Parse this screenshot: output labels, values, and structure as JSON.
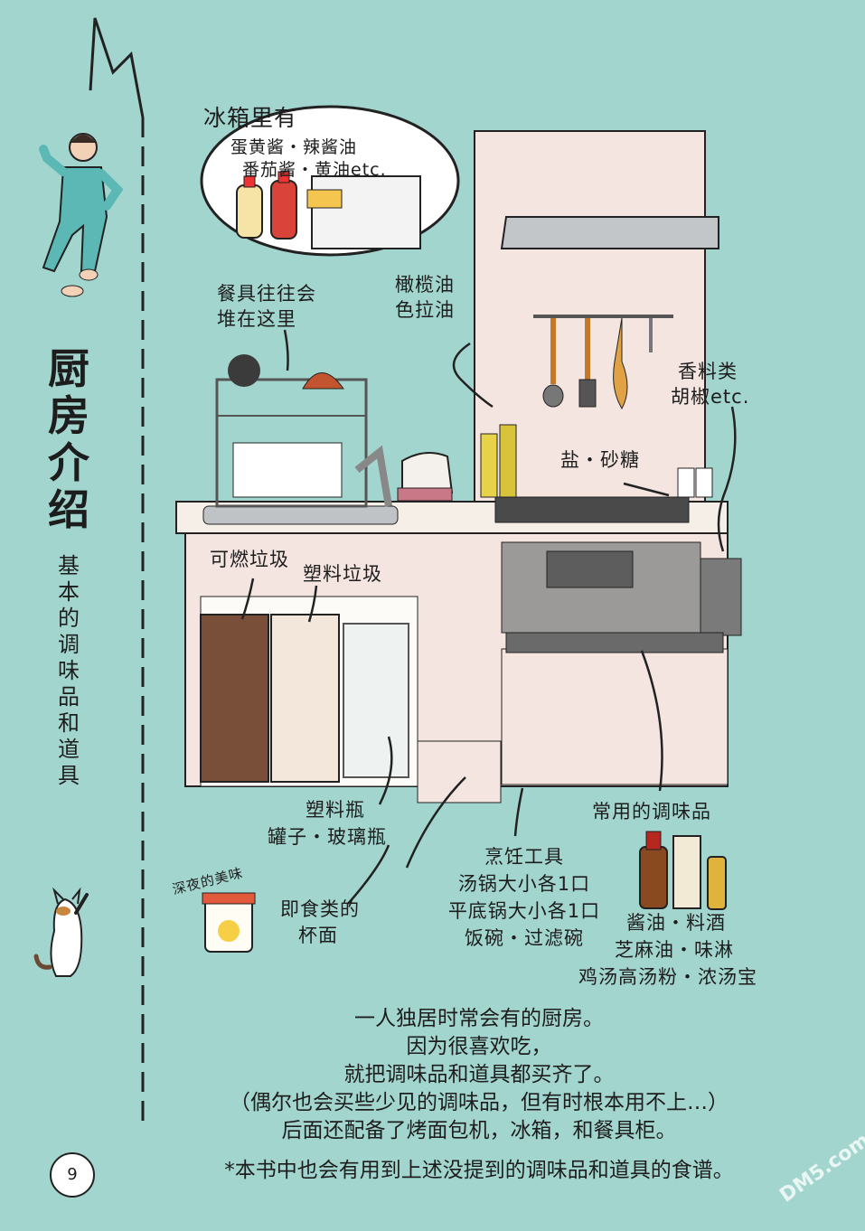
{
  "section_title": "厨房介绍",
  "section_subtitle": "基本的调味品和道具",
  "labels": {
    "fridge_title": "冰箱里有",
    "fridge_line1": "蛋黄酱・辣酱油",
    "fridge_line2": "番茄酱・黄油etc.",
    "dishes_line1": "餐具往往会",
    "dishes_line2": "堆在这里",
    "oil_line1": "橄榄油",
    "oil_line2": "色拉油",
    "spice_line1": "香料类",
    "spice_line2": "胡椒etc.",
    "salt_sugar": "盐・砂糖",
    "burnable_trash": "可燃垃圾",
    "plastic_trash": "塑料垃圾",
    "bottles_line1": "塑料瓶",
    "bottles_line2": "罐子・玻璃瓶",
    "late_night": "深夜的美味",
    "instant_line1": "即食类的",
    "instant_line2": "杯面",
    "cookware_line1": "烹饪工具",
    "cookware_line2": "汤锅大小各1口",
    "cookware_line3": "平底锅大小各1口",
    "cookware_line4": "饭碗・过滤碗",
    "seasoning_title": "常用的调味品",
    "seasoning_line1": "酱油・料酒",
    "seasoning_line2": "芝麻油・味淋",
    "seasoning_line3": "鸡汤高汤粉・浓汤宝"
  },
  "description": [
    "一人独居时常会有的厨房。",
    "因为很喜欢吃，",
    "就把调味品和道具都买齐了。",
    "（偶尔也会买些少见的调味品，但有时根本用不上…）",
    "后面还配备了烤面包机，冰箱，和餐具柜。"
  ],
  "footnote": "*本书中也会有用到上述没提到的调味品和道具的食谱。",
  "page_number": "9",
  "watermark": "DM5.com",
  "colors": {
    "background": "#a3d5cf",
    "counter": "#f6efe8",
    "wall": "#f5e5e0",
    "trash_brown": "#7a4f3a"
  }
}
